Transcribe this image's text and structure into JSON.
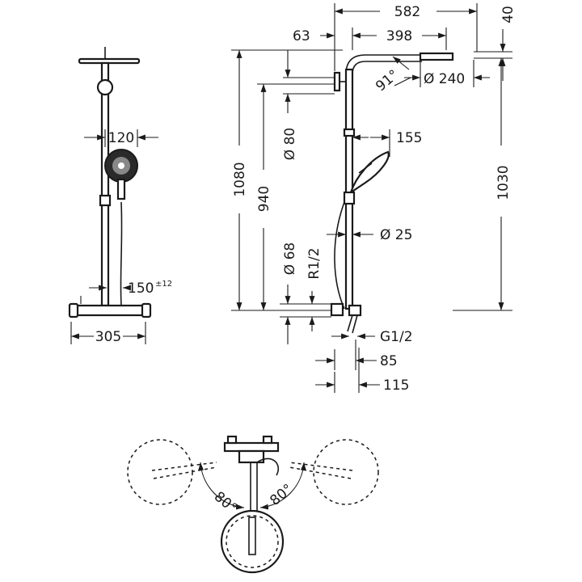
{
  "front_view": {
    "width_120": "120",
    "width_150": "150",
    "tolerance_12": "±12",
    "width_305": "305"
  },
  "side_view": {
    "dim_582": "582",
    "dim_40": "40",
    "dim_63": "63",
    "dim_398": "398",
    "angle_91": "91°",
    "dia_240": "Ø 240",
    "dim_1080": "1080",
    "dim_940": "940",
    "dia_80": "Ø 80",
    "dim_155": "155",
    "dim_1030": "1030",
    "dia_25": "Ø 25",
    "dia_68": "Ø 68",
    "thread_r12": "R1/2",
    "thread_g12": "G1/2",
    "dim_85": "85",
    "dim_115": "115"
  },
  "top_view": {
    "angle_left": "80°",
    "angle_right": "80°"
  }
}
